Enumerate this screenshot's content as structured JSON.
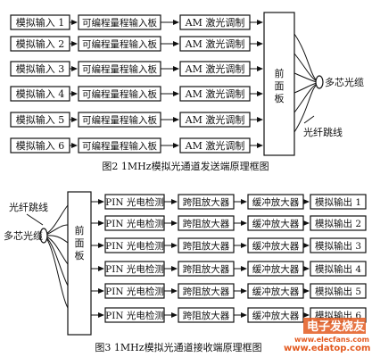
{
  "fig2": {
    "inputs": [
      "模拟输入 1",
      "模拟输入 2",
      "模拟输入 3",
      "模拟输入 4",
      "模拟输入 5",
      "模拟输入 6"
    ],
    "pga": "可编程量程输入板",
    "am": "AM 激光调制",
    "panel": "前面板",
    "fiber": "多芯光缆",
    "jumper": "光纤跳线",
    "caption": "图2  1MHz模拟光通道发送端原理框图"
  },
  "fig3": {
    "pin": "PIN 光电检测",
    "tia": "跨阻放大器",
    "buf": "缓冲放大器",
    "outputs": [
      "模拟输出 1",
      "模拟输出 2",
      "模拟输出 3",
      "模拟输出 4",
      "模拟输出 5",
      "模拟输出 6"
    ],
    "panel": "前面板",
    "jumper": "光纤跳线",
    "fiber": "多芯光缆",
    "caption": "图3  1MHz模拟光通道接收端原理框图"
  },
  "watermark": {
    "brand": "电子发烧友",
    "url": "www.elecfans.com",
    "url2": "www.edatop.com"
  }
}
